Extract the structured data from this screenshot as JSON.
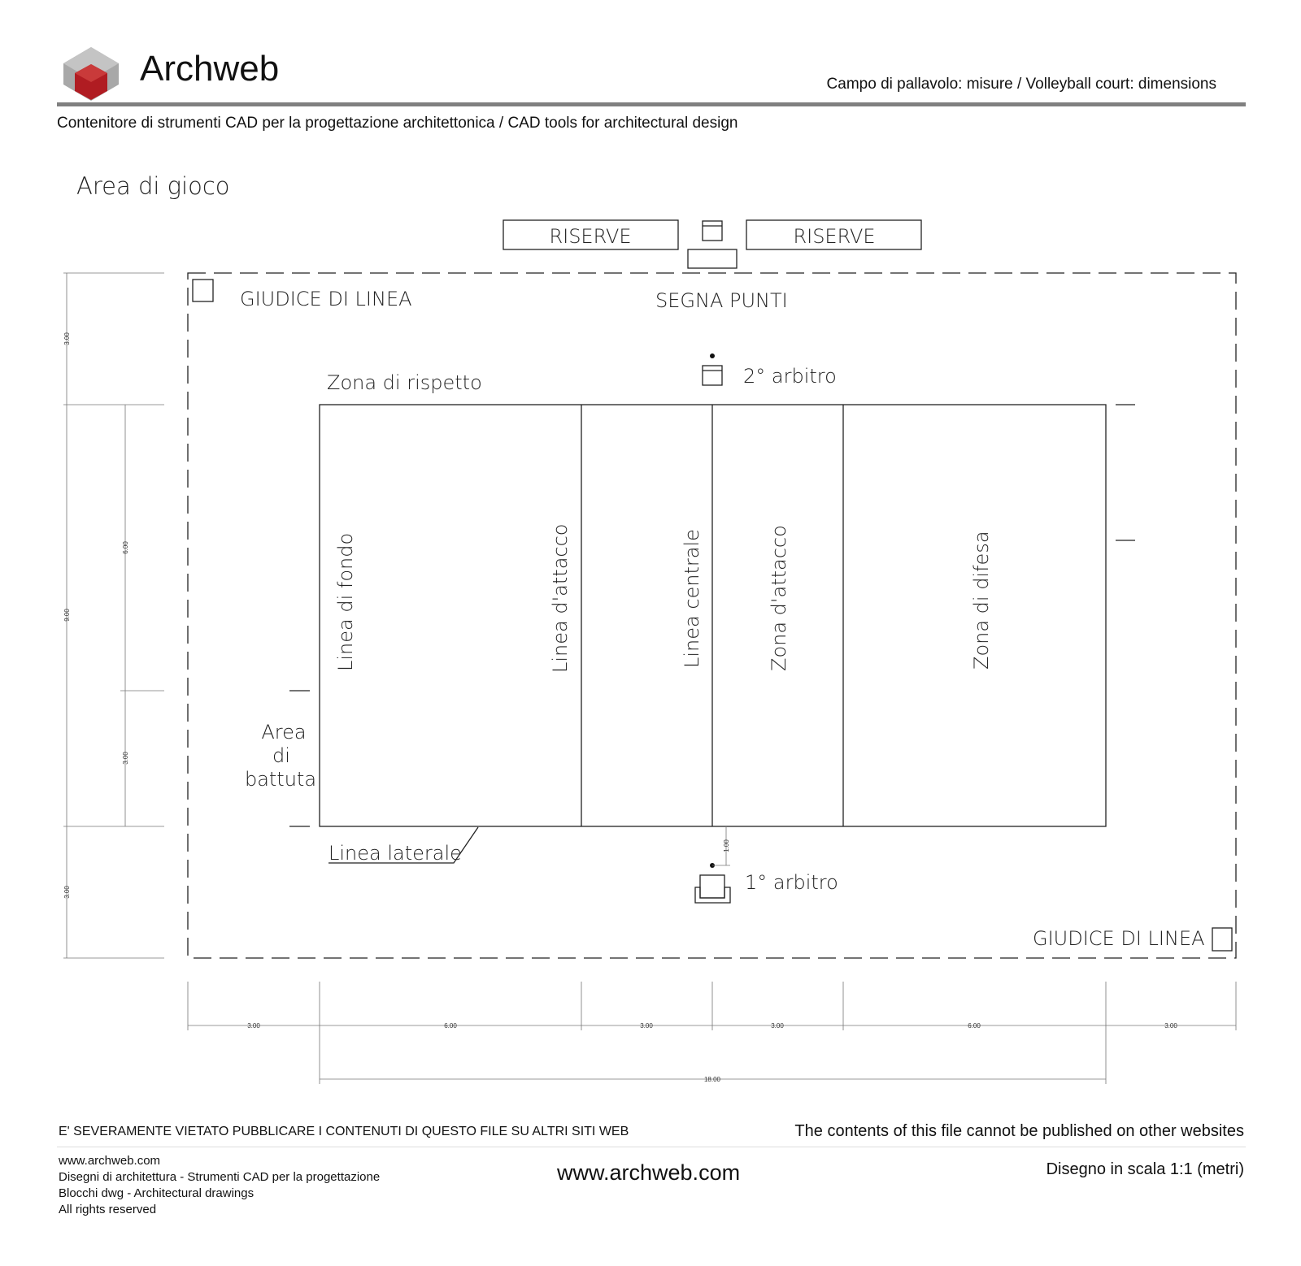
{
  "header": {
    "brand": "Archweb",
    "title": "Campo di pallavolo: misure  /  Volleyball court: dimensions",
    "subtitle": "Contenitore di strumenti CAD per la progettazione architettonica  /  CAD tools for architectural design",
    "colors": {
      "rule": "#808080",
      "logo_red": "#b01c22",
      "logo_grey": "#a0a0a0"
    }
  },
  "drawing": {
    "section_title": "Area di gioco",
    "reserve_left": "RISERVE",
    "reserve_right": "RISERVE",
    "line_judge_top": "GIUDICE DI LINEA",
    "line_judge_bottom": "GIUDICE DI LINEA",
    "scorer": "SEGNA PUNTI",
    "second_referee": "2° arbitro",
    "first_referee": "1° arbitro",
    "free_zone": "Zona di rispetto",
    "end_line": "Linea di fondo",
    "attack_line": "Linea d'attacco",
    "center_line": "Linea centrale",
    "attack_zone": "Zona d'attacco",
    "defense_zone": "Zona di difesa",
    "service_area": [
      "Area",
      "di",
      "battuta"
    ],
    "side_line": "Linea laterale"
  },
  "dimensions": {
    "unit": "m",
    "horizontal": [
      "3.00",
      "6.00",
      "3.00",
      "3.00",
      "6.00",
      "3.00"
    ],
    "horizontal_total": "18.00",
    "vertical_outer": [
      "3.00",
      "9.00",
      "3.00"
    ],
    "vertical_inner": [
      "6.00",
      "3.00"
    ],
    "referee_offset": "1.00"
  },
  "footer": {
    "warning_it": "E' SEVERAMENTE VIETATO PUBBLICARE I CONTENUTI DI QUESTO FILE SU ALTRI SITI WEB",
    "warning_en": "The contents of this file cannot be published on other websites",
    "info": [
      "www.archweb.com",
      "Disegni di architettura - Strumenti CAD  per la progettazione",
      "Blocchi dwg - Architectural drawings",
      "All rights reserved"
    ],
    "site": "www.archweb.com",
    "scale": "Disegno in scala 1:1 (metri)"
  }
}
